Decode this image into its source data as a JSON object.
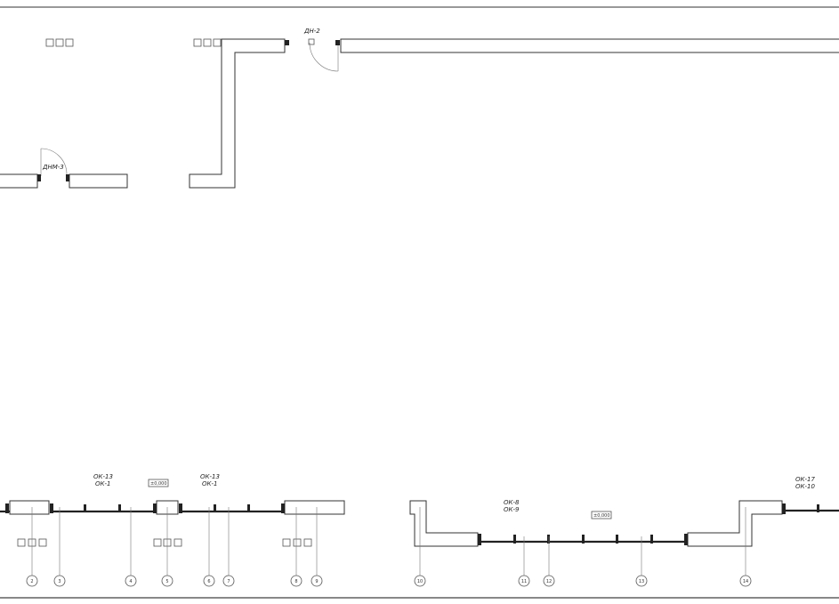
{
  "labels": {
    "door_dnm3": "ДНМ-3",
    "door_dn2": "ДН-2",
    "win_a_1": "ОК-13",
    "win_a_2": "ОК-1",
    "win_b_1": "ОК-13",
    "win_b_2": "ОК-1",
    "win_c_1": "ОК-8",
    "win_c_2": "ОК-9",
    "win_d_1": "ОК-17",
    "win_d_2": "ОК-10"
  },
  "levels": [
    "±0,000",
    "±0,000"
  ],
  "axes": [
    "2",
    "3",
    "4",
    "5",
    "6",
    "7",
    "8",
    "9",
    "10",
    "11",
    "12",
    "13",
    "14"
  ]
}
